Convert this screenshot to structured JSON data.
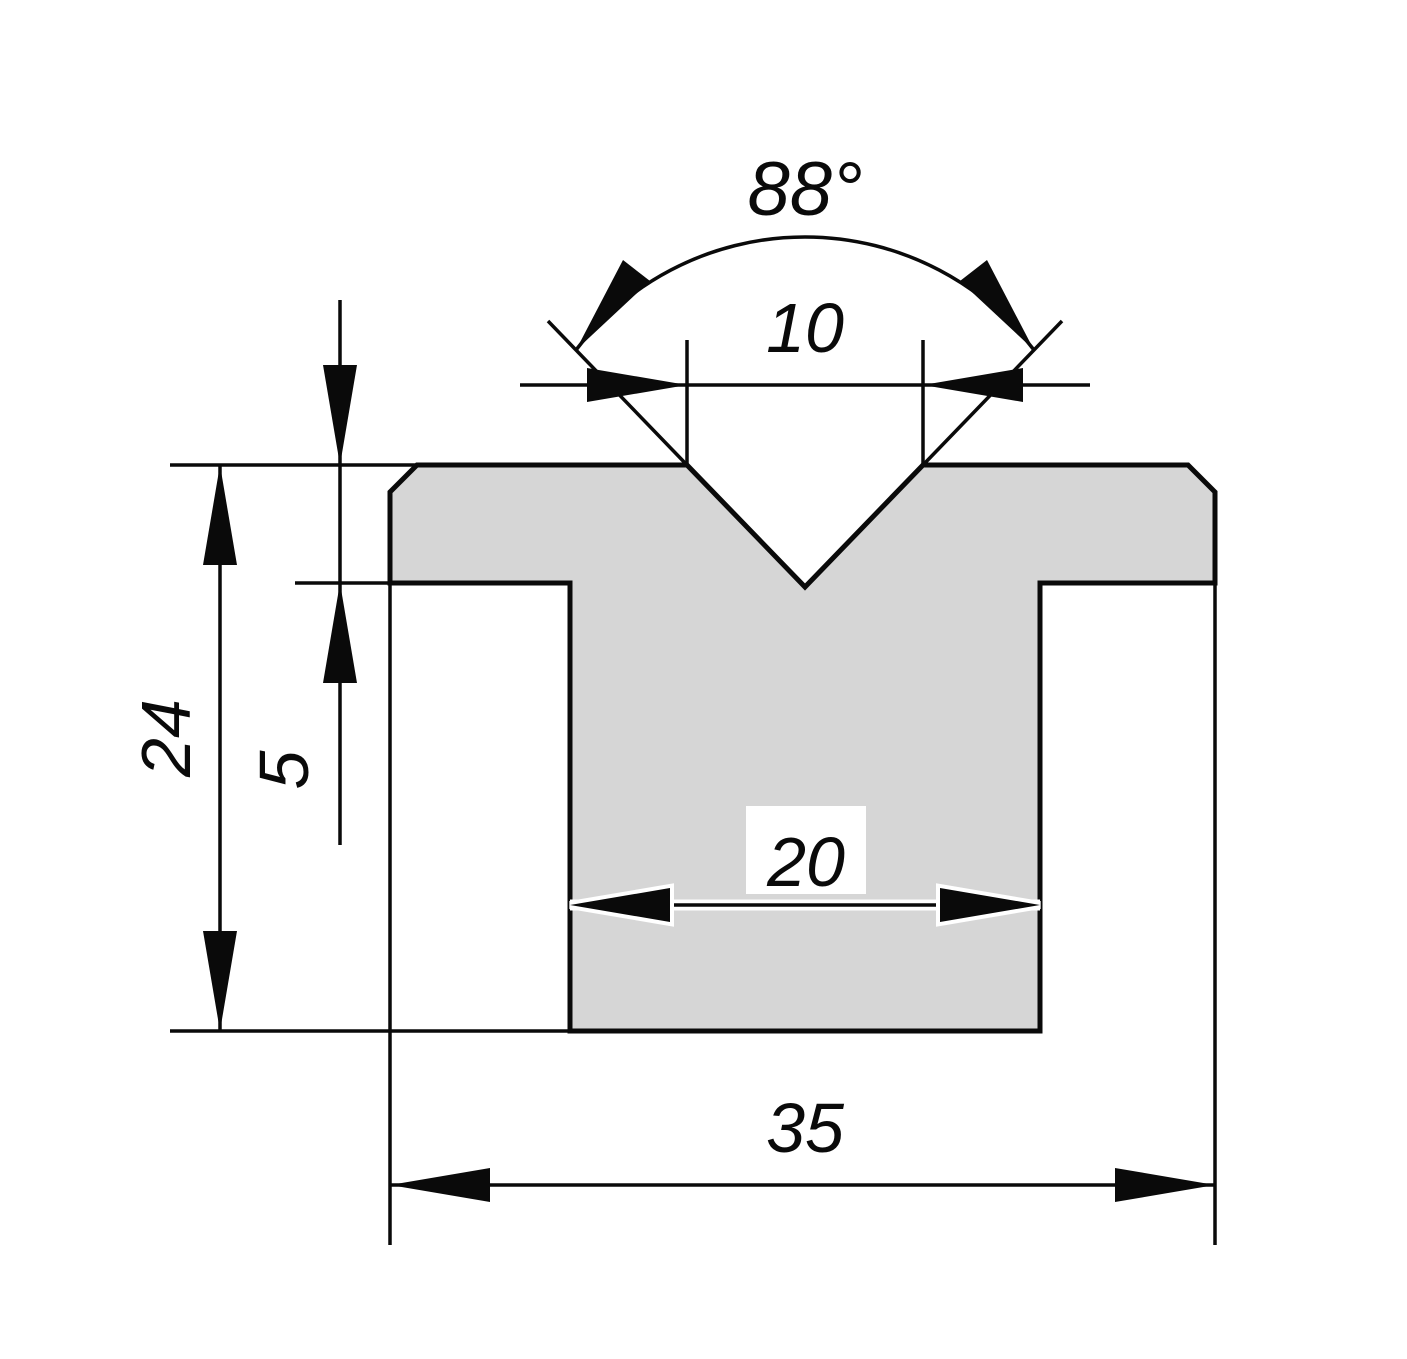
{
  "drawing": {
    "description": "Dimensioned cross-section technical drawing of a V-die block with a central V-groove and slot",
    "colors": {
      "part_fill": "#d6d6d6",
      "line": "#0a0a0a",
      "background": "#ffffff"
    }
  },
  "labels": {
    "angle": "88°",
    "v_opening_width": "10",
    "v_groove_depth": "5",
    "overall_height": "24",
    "slot_width": "20",
    "overall_width": "35"
  }
}
